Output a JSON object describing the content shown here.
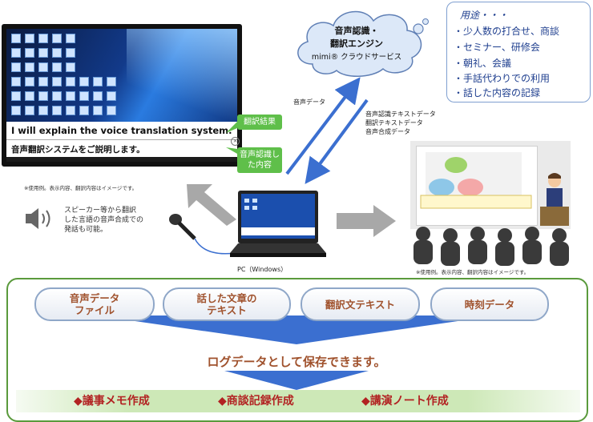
{
  "monitor": {
    "subtitle_en": "I will explain the voice translation system.",
    "subtitle_jp": "音声翻訳システムをご説明します。",
    "label_translation": "翻訳結果",
    "label_recognized": "音声認識した内容",
    "note": "※使用例。表示内容、翻訳内容はイメージです。"
  },
  "cloud": {
    "line1": "音声認識・",
    "line2": "翻訳エンジン",
    "line3": "mimi® クラウドサービス"
  },
  "arrows": {
    "up_label": "音声データ",
    "down_label_1": "音声認識テキストデータ",
    "down_label_2": "翻訳テキストデータ",
    "down_label_3": "音声合成データ"
  },
  "usage": {
    "title": "用途・・・",
    "items": [
      "・少人数の打合せ、商談",
      "・セミナー、研修会",
      "・朝礼、会議",
      "・手話代わりでの利用",
      "・話した内容の記録"
    ]
  },
  "speaker_note": {
    "line1": "スピーカー等から翻訳",
    "line2": "した言語の音声合成での",
    "line3": "発話も可能。"
  },
  "pc_label": "PC（Windows）",
  "seminar_note": "※使用例。表示内容、翻訳内容はイメージです。",
  "pills": [
    {
      "line1": "音声データ",
      "line2": "ファイル"
    },
    {
      "line1": "話した文章の",
      "line2": "テキスト"
    },
    {
      "line1": "翻訳文テキスト",
      "line2": ""
    },
    {
      "line1": "時刻データ",
      "line2": ""
    }
  ],
  "log_text": "ログデータとして保存できます。",
  "outputs": [
    "◆議事メモ作成",
    "◆商談記録作成",
    "◆講演ノート作成"
  ],
  "colors": {
    "green": "#5fbf4a",
    "blue_arrow": "#3b6fd0",
    "border_green": "#5a9a3c",
    "brown_text": "#a0522d",
    "red_text": "#b22222"
  }
}
